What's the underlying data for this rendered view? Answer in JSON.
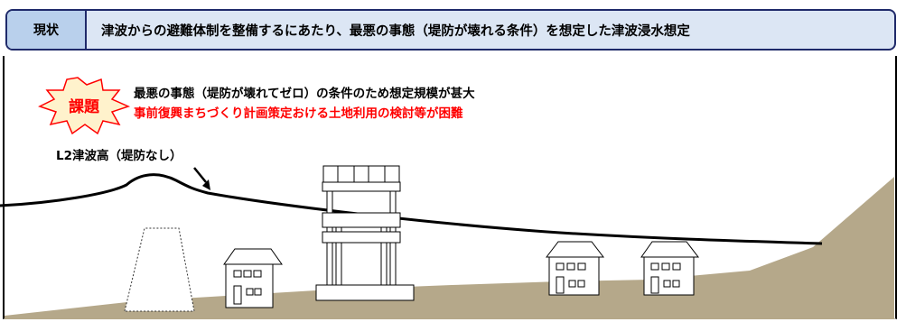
{
  "header": {
    "tag": "現状",
    "title": "津波からの避難体制を整備するにあたり、最悪の事態（堤防が壊れる条件）を想定した津波浸水想定"
  },
  "issue": {
    "badge": "課題",
    "line1": "最悪の事態（堤防が壊れてゼロ）の条件のため想定規模が甚大",
    "line2": "事前復興まちづくり計画策定おける土地利用の検討等が困難"
  },
  "wave_label": "L2津波高（堤防なし）",
  "colors": {
    "header_bg": "#dce6f4",
    "tag_bg": "#b9d0ec",
    "header_border": "#1f2a6a",
    "ground": "#b5a88a",
    "highlight_text": "#ff0000",
    "badge_fill": "#fff2cc",
    "badge_stroke": "#ff0000"
  }
}
